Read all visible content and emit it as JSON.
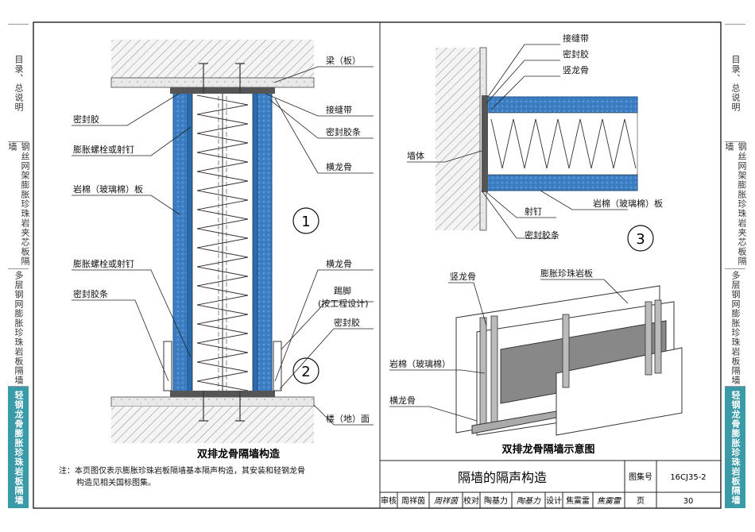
{
  "side_tabs_left": [
    {
      "label": "目录、总说明",
      "active": false
    },
    {
      "label": "钢丝网架膨胀珍珠岩夹芯板隔墙",
      "active": false
    },
    {
      "label": "多层钢网膨胀珍珠岩板隔墙",
      "active": false
    },
    {
      "label": "轻钢龙骨膨胀珍珠岩板隔墙",
      "active": true
    }
  ],
  "side_tabs_right": [
    {
      "label": "目录、总说明",
      "active": false
    },
    {
      "label": "钢丝网架膨胀珍珠岩夹芯板隔墙",
      "active": false
    },
    {
      "label": "多层钢网膨胀珍珠岩板隔墙",
      "active": false
    },
    {
      "label": "轻钢龙骨膨胀珍珠岩板隔墙",
      "active": true
    }
  ],
  "main_detail": {
    "caption": "双排龙骨隔墙构造",
    "marker_1": "1",
    "marker_2": "2",
    "labels": {
      "beam": "梁（板）",
      "sealant_top_left": "密封胶",
      "expansion_bolt_top": "膨胀螺栓或射钉",
      "rock_wool_board": "岩棉（玻璃棉）板",
      "expansion_bolt_bottom": "膨胀螺栓或射钉",
      "sealing_strip_left": "密封胶条",
      "joint_tape": "接缝带",
      "sealing_strip_right": "密封胶条",
      "cross_keel_top": "横龙骨",
      "cross_keel_bottom": "横龙骨",
      "kick_base": "踢脚",
      "kick_base_note": "(按工程设计)",
      "sealant_bottom_right": "密封胶",
      "floor": "楼（地）面"
    }
  },
  "detail_3": {
    "marker": "3",
    "labels": {
      "joint_tape": "接缝带",
      "sealant": "密封胶",
      "vertical_keel": "竖龙骨",
      "wall_body": "墙体",
      "nail": "射钉",
      "sealing_strip": "密封胶条",
      "rock_wool": "岩棉（玻璃棉）板"
    }
  },
  "iso_view": {
    "caption": "双排龙骨隔墙示意图",
    "labels": {
      "vertical_keel": "竖龙骨",
      "perlite_board": "膨胀珍珠岩板",
      "rock_wool": "岩棉（玻璃棉）",
      "cross_keel": "横龙骨"
    }
  },
  "note": {
    "line1": "注：本页图仅表示膨胀珍珠岩板隔墙基本隔声构造，其安装和轻钢龙骨",
    "line2": "构造见相关国标图集。"
  },
  "title_block": {
    "title": "隔墙的隔声构造",
    "atlas_label": "图集号",
    "atlas_number": "16CJ35-2",
    "review_label": "审核",
    "reviewer": "周祥茵",
    "check_label": "校对",
    "checker": "陶基力",
    "design_label": "设计",
    "designer": "焦霙雷",
    "page_label": "页",
    "page_number": "30"
  },
  "colors": {
    "board_blue": "#3d7fc4",
    "hatch": "#777777",
    "active_tab": "#3a9aa8"
  }
}
